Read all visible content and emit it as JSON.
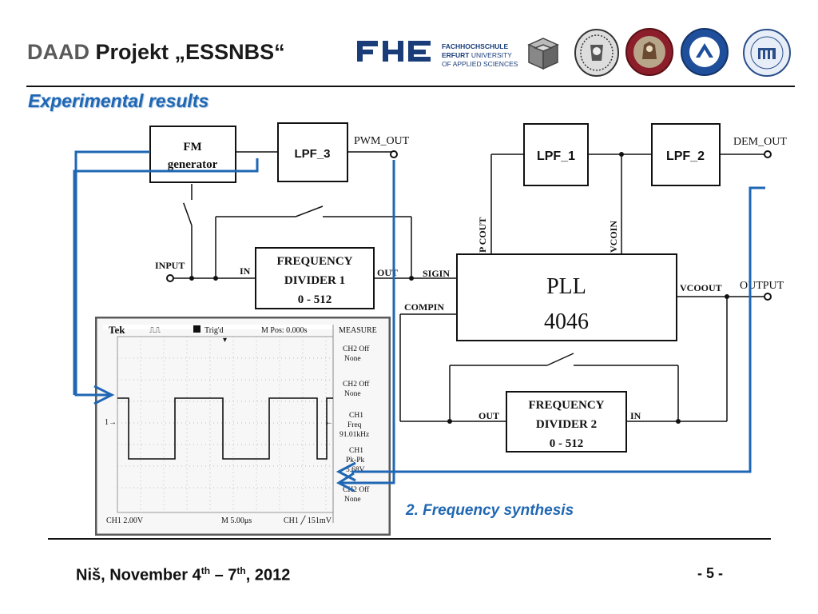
{
  "header": {
    "daad": "DAAD",
    "project": "Projekt „ESSNBS“",
    "fhe_mark": "FHE",
    "fhe_line1": "FACHHOCHSCHULE",
    "fhe_line2a": "ERFURT",
    "fhe_line2b": " UNIVERSITY",
    "fhe_line3": "OF APPLIED SCIENCES",
    "logos": [
      "cube-logo",
      "university-seal-1",
      "university-nis-logo",
      "university-seal-banja-luka",
      "university-seal-mcmxliv"
    ]
  },
  "subtitle": "Experimental results",
  "diagram": {
    "blocks": {
      "fm_line1": "FM",
      "fm_line2": "generator",
      "lpf3": "LPF_3",
      "lpf1": "LPF_1",
      "lpf2": "LPF_2",
      "fd1_line1": "FREQUENCY",
      "fd1_line2": "DIVIDER 1",
      "fd1_line3": "0 - 512",
      "pll_line1": "PLL",
      "pll_line2": "4046",
      "fd2_line1": "FREQUENCY",
      "fd2_line2": "DIVIDER 2",
      "fd2_line3": "0 - 512"
    },
    "labels": {
      "pwm_out": "PWM_OUT",
      "dem_out": "DEM_OUT",
      "input": "INPUT",
      "output": "OUTPUT",
      "in1": "IN",
      "out1": "OUT",
      "sigin": "SIGIN",
      "compin": "COMPIN",
      "vcoout": "VCOOUT",
      "pcout": "P COUT",
      "vcoin": "VCOIN",
      "out2": "OUT",
      "in2": "IN"
    }
  },
  "scope": {
    "brand": "Tek",
    "trig": "Trig'd",
    "mpos": "M Pos: 0.000s",
    "measure": "MEASURE",
    "readouts": [
      {
        "l1": "CH2 Off",
        "l2": "None"
      },
      {
        "l1": "CH2 Off",
        "l2": "None"
      },
      {
        "l1": "CH1",
        "l2": "Freq",
        "l3": "91.01kHz"
      },
      {
        "l1": "CH1",
        "l2": "Pk-Pk",
        "l3": "5.68V"
      },
      {
        "l1": "CH2 Off",
        "l2": "None"
      }
    ],
    "ch1_scale": "CH1  2.00V",
    "time_scale": "M 5.00μs",
    "trigger_level": "CH1 ╱ 151mV",
    "ch_marker": "1→"
  },
  "caption": "2. Frequency synthesis",
  "footer": {
    "place": "Niš, November 4",
    "sup1": "th",
    "dash": " –  7",
    "sup2": "th",
    "year": ", 2012",
    "page": "- 5 -"
  },
  "colors": {
    "accent_blue": "#1f67b4",
    "line_black": "#111111",
    "fhe_blue": "#1a3d7a"
  }
}
